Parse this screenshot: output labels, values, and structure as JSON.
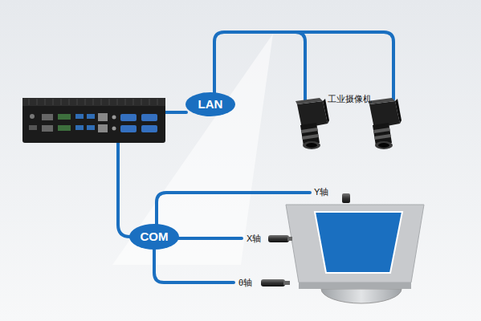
{
  "diagram": {
    "nodes": [
      {
        "text": [
          "LAN"
        ]
      },
      {
        "text": [
          "COM"
        ]
      }
    ],
    "labels": [
      "工业摄像机",
      "Y轴",
      "X轴",
      "θ轴"
    ]
  }
}
